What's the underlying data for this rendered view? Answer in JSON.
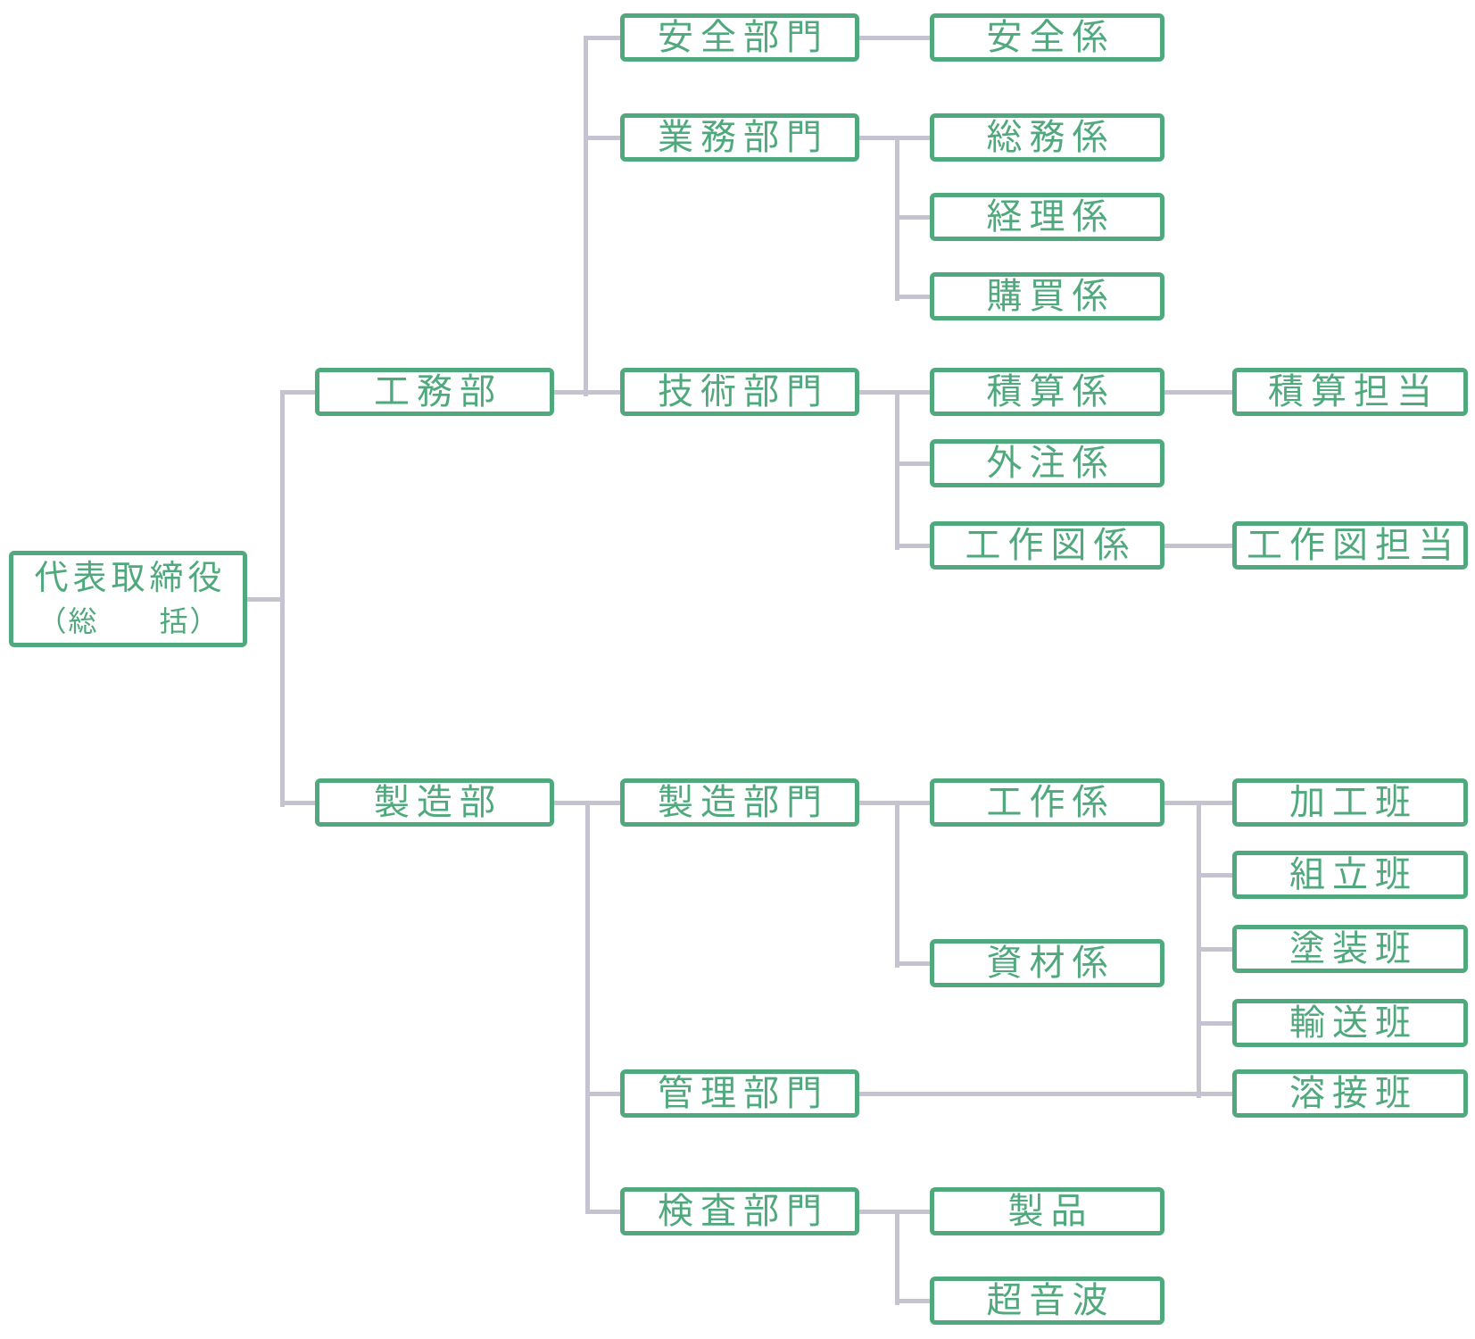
{
  "diagram": {
    "type": "organization-chart",
    "background_color": "#ffffff",
    "node_border_color": "#4fa97c",
    "node_text_color": "#4fa97c",
    "connector_color": "#c5c3cf"
  },
  "nodes": {
    "ceo": {
      "label": "代表取締役",
      "sublabel": "（総　　括）"
    },
    "koumubu": {
      "label": "工務部"
    },
    "seizoubu": {
      "label": "製造部"
    },
    "anzen_bumon": {
      "label": "安全部門"
    },
    "gyoumu_bumon": {
      "label": "業務部門"
    },
    "gijutsu_bumon": {
      "label": "技術部門"
    },
    "seizou_bumon": {
      "label": "製造部門"
    },
    "kanri_bumon": {
      "label": "管理部門"
    },
    "kensa_bumon": {
      "label": "検査部門"
    },
    "anzen_gakari": {
      "label": "安全係"
    },
    "soumu_gakari": {
      "label": "総務係"
    },
    "keiri_gakari": {
      "label": "経理係"
    },
    "koubai_gakari": {
      "label": "購買係"
    },
    "sekisan_gakari": {
      "label": "積算係"
    },
    "gaichuu_gakari": {
      "label": "外注係"
    },
    "kousakuzu_gakari": {
      "label": "工作図係"
    },
    "kousaku_gakari": {
      "label": "工作係"
    },
    "shizai_gakari": {
      "label": "資材係"
    },
    "seihin": {
      "label": "製品"
    },
    "chouonpa": {
      "label": "超音波"
    },
    "sekisan_tantou": {
      "label": "積算担当"
    },
    "kousakuzu_tantou": {
      "label": "工作図担当"
    },
    "kakou_han": {
      "label": "加工班"
    },
    "kumitate_han": {
      "label": "組立班"
    },
    "tosou_han": {
      "label": "塗装班"
    },
    "yusou_han": {
      "label": "輸送班"
    },
    "yousetsu_han": {
      "label": "溶接班"
    }
  },
  "edges": [
    [
      "ceo",
      "koumubu"
    ],
    [
      "ceo",
      "seizoubu"
    ],
    [
      "koumubu",
      "anzen_bumon"
    ],
    [
      "koumubu",
      "gyoumu_bumon"
    ],
    [
      "koumubu",
      "gijutsu_bumon"
    ],
    [
      "anzen_bumon",
      "anzen_gakari"
    ],
    [
      "gyoumu_bumon",
      "soumu_gakari"
    ],
    [
      "gyoumu_bumon",
      "keiri_gakari"
    ],
    [
      "gyoumu_bumon",
      "koubai_gakari"
    ],
    [
      "gijutsu_bumon",
      "sekisan_gakari"
    ],
    [
      "gijutsu_bumon",
      "gaichuu_gakari"
    ],
    [
      "gijutsu_bumon",
      "kousakuzu_gakari"
    ],
    [
      "sekisan_gakari",
      "sekisan_tantou"
    ],
    [
      "kousakuzu_gakari",
      "kousakuzu_tantou"
    ],
    [
      "seizoubu",
      "seizou_bumon"
    ],
    [
      "seizoubu",
      "kanri_bumon"
    ],
    [
      "seizoubu",
      "kensa_bumon"
    ],
    [
      "seizou_bumon",
      "kousaku_gakari"
    ],
    [
      "seizou_bumon",
      "shizai_gakari"
    ],
    [
      "kousaku_gakari",
      "kakou_han"
    ],
    [
      "kousaku_gakari",
      "kumitate_han"
    ],
    [
      "kousaku_gakari",
      "tosou_han"
    ],
    [
      "kousaku_gakari",
      "yusou_han"
    ],
    [
      "kousaku_gakari",
      "yousetsu_han"
    ],
    [
      "kanri_bumon",
      "yousetsu_han"
    ],
    [
      "kensa_bumon",
      "seihin"
    ],
    [
      "kensa_bumon",
      "chouonpa"
    ]
  ]
}
